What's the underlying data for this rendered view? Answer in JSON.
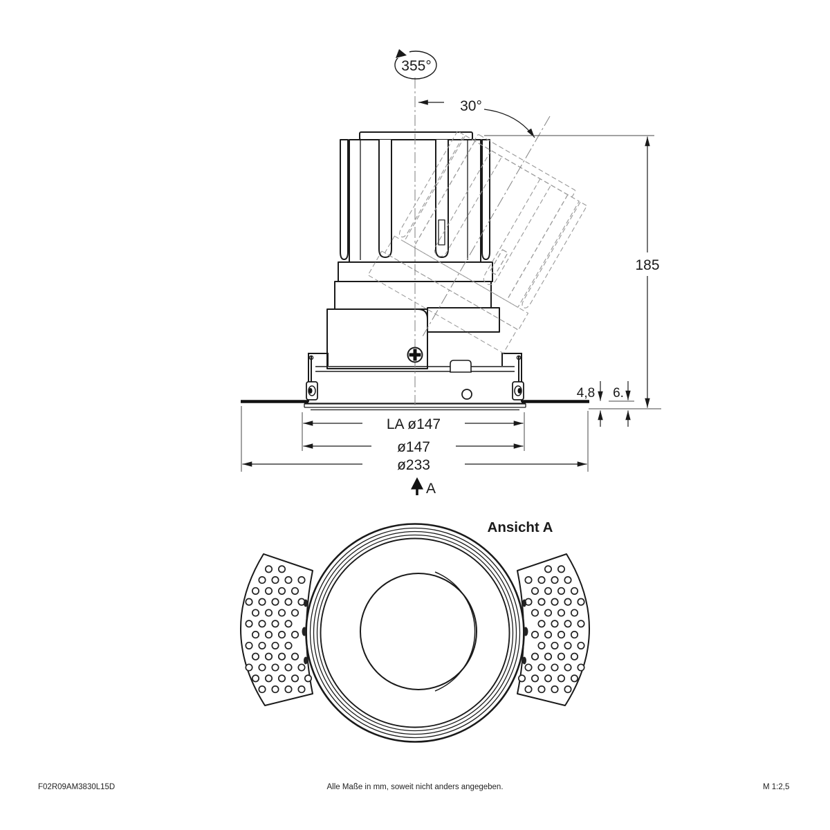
{
  "drawing": {
    "top_view": {
      "rotation_angle": "355°",
      "tilt_angle": "30°",
      "height_dim": "185",
      "trim_depth_dim": "4,8",
      "protrusion_dim": "6.",
      "cutout_dim": "LA ø147",
      "inner_diameter_dim": "ø147",
      "outer_diameter_dim": "ø233",
      "view_marker": "A"
    },
    "bottom_view": {
      "label": "Ansicht A"
    },
    "footer": {
      "part_number": "F02R09AM3830L15D",
      "note": "Alle Maße in mm, soweit nicht anders angegeben.",
      "scale": "M 1:2,5"
    },
    "colors": {
      "line": "#1a1a1a",
      "ghost": "#999999",
      "centerline": "#888888",
      "background": "#ffffff"
    }
  }
}
